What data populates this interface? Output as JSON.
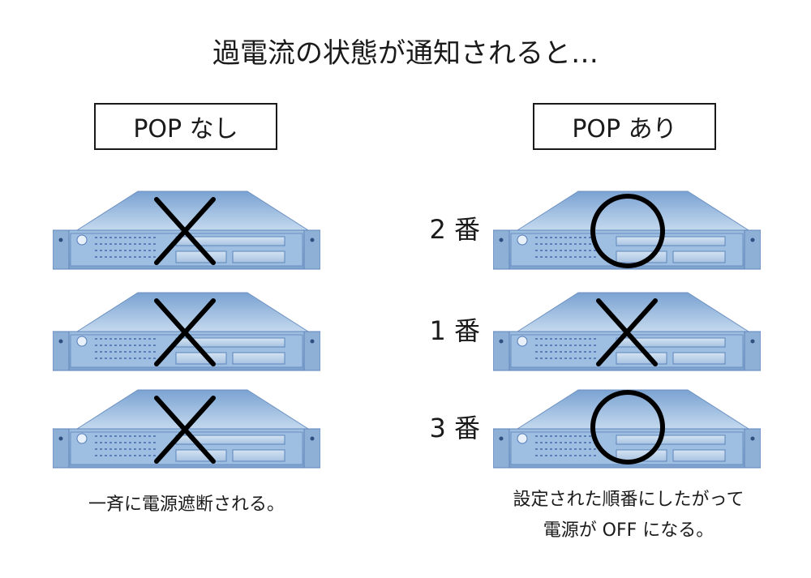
{
  "title": "過電流の状態が通知されると…",
  "left": {
    "label": "POP なし",
    "servers": [
      {
        "mark": "cross"
      },
      {
        "mark": "cross"
      },
      {
        "mark": "cross"
      }
    ],
    "caption": "一斉に電源遮断される。"
  },
  "right": {
    "label": "POP あり",
    "servers": [
      {
        "order": "2 番",
        "mark": "circle"
      },
      {
        "order": "1 番",
        "mark": "cross"
      },
      {
        "order": "3 番",
        "mark": "circle"
      }
    ],
    "caption_line1": "設定された順番にしたがって",
    "caption_line2": "電源が OFF になる。"
  },
  "colors": {
    "server_top": "#a9c7e4",
    "server_front": "#8fb2d8",
    "server_panel": "#5a80b8",
    "mark": "#000000"
  }
}
